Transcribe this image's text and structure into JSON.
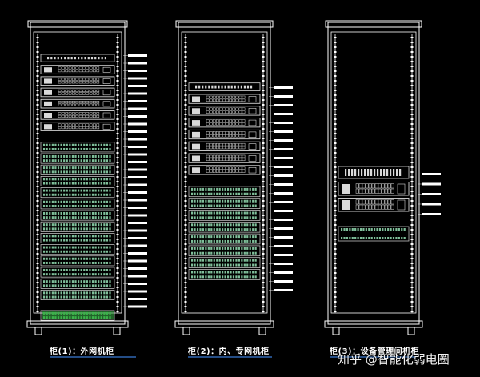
{
  "watermark": "知乎 @智能化弱电圈",
  "captions": [
    {
      "prefix": "柜",
      "number": "(1)",
      "title": "：外网机柜"
    },
    {
      "prefix": "柜",
      "number": "(2)",
      "title": "：内、专网机柜"
    },
    {
      "prefix": "柜",
      "number": "(3)",
      "title": "：设备管理间机柜"
    }
  ],
  "racks": [
    {
      "id": "rack-1",
      "units": [
        {
          "kind": "patch_panel"
        },
        {
          "kind": "switch"
        },
        {
          "kind": "switch"
        },
        {
          "kind": "switch"
        },
        {
          "kind": "switch"
        },
        {
          "kind": "switch"
        },
        {
          "kind": "switch"
        },
        {
          "kind": "gap"
        },
        {
          "kind": "odf"
        },
        {
          "kind": "odf"
        },
        {
          "kind": "odf"
        },
        {
          "kind": "odf"
        },
        {
          "kind": "odf"
        },
        {
          "kind": "odf"
        },
        {
          "kind": "odf"
        },
        {
          "kind": "odf"
        },
        {
          "kind": "odf"
        },
        {
          "kind": "odf"
        },
        {
          "kind": "odf"
        },
        {
          "kind": "odf"
        },
        {
          "kind": "odf"
        },
        {
          "kind": "odf"
        },
        {
          "kind": "gap"
        },
        {
          "kind": "odf_green"
        }
      ],
      "label_count": 34
    },
    {
      "id": "rack-2",
      "units": [
        {
          "kind": "gap"
        },
        {
          "kind": "gap"
        },
        {
          "kind": "patch_panel"
        },
        {
          "kind": "switch"
        },
        {
          "kind": "switch"
        },
        {
          "kind": "switch"
        },
        {
          "kind": "switch"
        },
        {
          "kind": "switch"
        },
        {
          "kind": "switch"
        },
        {
          "kind": "switch"
        },
        {
          "kind": "gap"
        },
        {
          "kind": "odf"
        },
        {
          "kind": "odf"
        },
        {
          "kind": "odf"
        },
        {
          "kind": "odf"
        },
        {
          "kind": "odf"
        },
        {
          "kind": "odf"
        },
        {
          "kind": "odf"
        },
        {
          "kind": "odf"
        }
      ],
      "label_count": 24
    },
    {
      "id": "rack-3",
      "units": [
        {
          "kind": "gap"
        },
        {
          "kind": "patch_panel"
        },
        {
          "kind": "switch"
        },
        {
          "kind": "switch"
        },
        {
          "kind": "gap"
        },
        {
          "kind": "odf"
        }
      ],
      "label_count": 5
    }
  ],
  "colors": {
    "frame": "#ffffff",
    "equipment": "#d9d9d9",
    "odf": "#7fbf9a",
    "odf_green": "#3cb44b",
    "label": "#ffffff",
    "caption_underline": "#3a7bd5"
  }
}
